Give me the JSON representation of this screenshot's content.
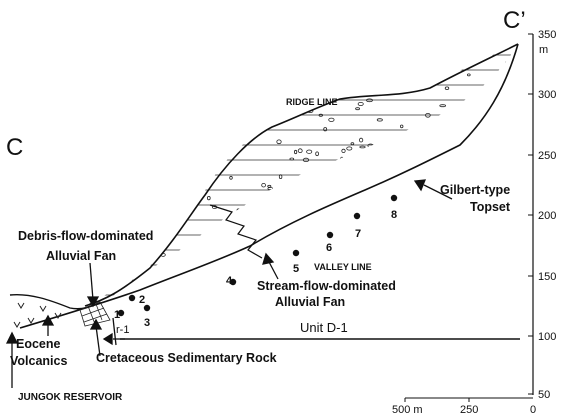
{
  "section_ends": {
    "left": "C",
    "right": "C’"
  },
  "labels": {
    "ridge_line": "RIDGE LINE",
    "valley_line": "VALLEY LINE",
    "debris_fan_line1": "Debris-flow-dominated",
    "debris_fan_line2": "Alluvial Fan",
    "stream_fan_line1": "Stream-flow-dominated",
    "stream_fan_line2": "Alluvial Fan",
    "gilbert_line1": "Gilbert-type",
    "gilbert_line2": "Topset",
    "unit": "Unit D-1",
    "fault": "r-1",
    "eocene_line1": "Eocene",
    "eocene_line2": "Volcanics",
    "cretaceous": "Cretaceous Sedimentary Rock",
    "reservoir": "JUNGOK RESERVOIR"
  },
  "elevation_axis": {
    "unit": "m",
    "ticks": [
      "350",
      "300",
      "250",
      "200",
      "150",
      "100",
      "50"
    ]
  },
  "distance_axis": {
    "ticks": [
      "500 m",
      "250",
      "0"
    ]
  },
  "sample_points": [
    "1",
    "2",
    "3",
    "4",
    "5",
    "6",
    "7",
    "8"
  ]
}
